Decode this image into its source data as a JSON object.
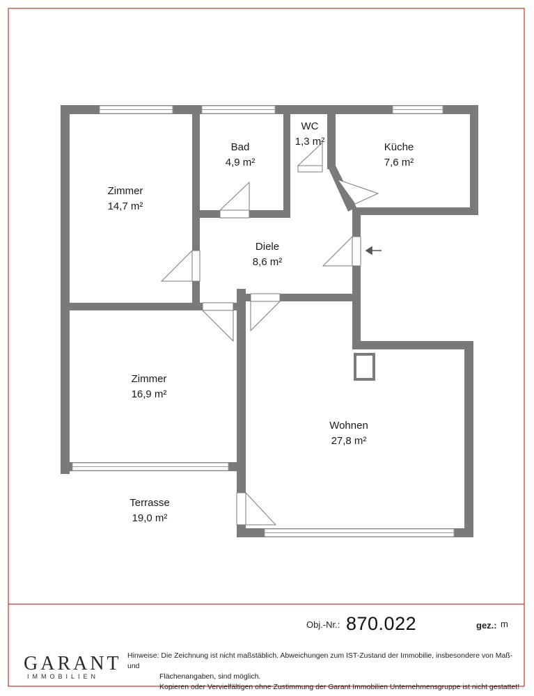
{
  "rooms": [
    {
      "id": "bad",
      "name": "Bad",
      "area": "4,9 m²"
    },
    {
      "id": "wc",
      "name": "WC",
      "area": "1,3 m²"
    },
    {
      "id": "kueche",
      "name": "Küche",
      "area": "7,6 m²"
    },
    {
      "id": "zimmer1",
      "name": "Zimmer",
      "area": "14,7 m²"
    },
    {
      "id": "diele",
      "name": "Diele",
      "area": "8,6 m²"
    },
    {
      "id": "zimmer2",
      "name": "Zimmer",
      "area": "16,9 m²"
    },
    {
      "id": "wohnen",
      "name": "Wohnen",
      "area": "27,8 m²"
    },
    {
      "id": "terrasse",
      "name": "Terrasse",
      "area": "19,0 m²"
    }
  ],
  "footer": {
    "obj_label": "Obj.-Nr.:",
    "obj_number": "870.022",
    "gez_label": "gez.:",
    "gez_value": "m",
    "logo": "GARANT",
    "logo_sub": "IMMOBILIEN",
    "note_line1": "Hinweise: Die Zeichnung ist nicht maßstäblich. Abweichungen zum IST-Zustand der Immobilie, insbesondere von Maß- und",
    "note_line2": "Flächenangaben, sind möglich.",
    "note_line3": "Kopieren oder Vervielfältigen ohne Zustimmung der Garant Immobilien Unternehmensgruppe ist nicht gestattet!"
  },
  "colors": {
    "frame": "#c0392b",
    "wall": "#7a7a7a",
    "window": "#b5b5b5"
  }
}
